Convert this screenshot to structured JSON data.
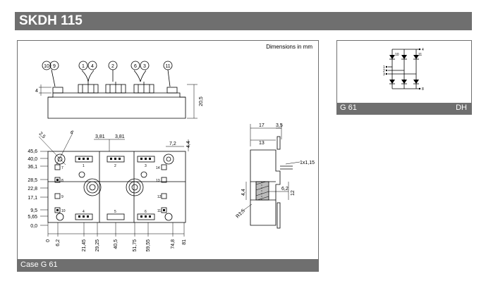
{
  "title": "SKDH 115",
  "left_panel": {
    "units_note": "Dimensions in mm",
    "caption": "Case G 61",
    "side_view": {
      "terminal_labels": [
        "10",
        "9",
        "1",
        "4",
        "2",
        "6",
        "3",
        "11"
      ],
      "dim_left": "4",
      "dim_height": "20,5"
    },
    "top_view": {
      "hole_dims": [
        "2,5",
        "6"
      ],
      "pitch_dims": [
        "3,81",
        "3,81"
      ],
      "right_dims": [
        "7,2",
        "4,4"
      ],
      "y_dims": [
        "45,6",
        "40,0",
        "36,1",
        "28,5",
        "22,8",
        "17,1",
        "9,5",
        "5,65",
        "0,0"
      ],
      "x_dims": [
        "0",
        "6,2",
        "21,45",
        "29,25",
        "40,5",
        "51,75",
        "59,55",
        "74,8",
        "81"
      ],
      "pin_labels": [
        "7",
        "1",
        "2",
        "3",
        "14",
        "8",
        "13",
        "9",
        "10",
        "4",
        "5",
        "6",
        "11",
        "12"
      ]
    },
    "section_view": {
      "dims_top": [
        "17",
        "3,5",
        "13"
      ],
      "dim_pin": "1x1,15",
      "dim_bore": "4,4",
      "dim_inner": "6,2",
      "dim_outer": "12",
      "dim_radius": "R1,5"
    }
  },
  "right_panel": {
    "caption_left": "G 61",
    "caption_right": "DH",
    "terminals": [
      "4",
      "10",
      "11",
      "1",
      "2",
      "3",
      "8"
    ]
  }
}
